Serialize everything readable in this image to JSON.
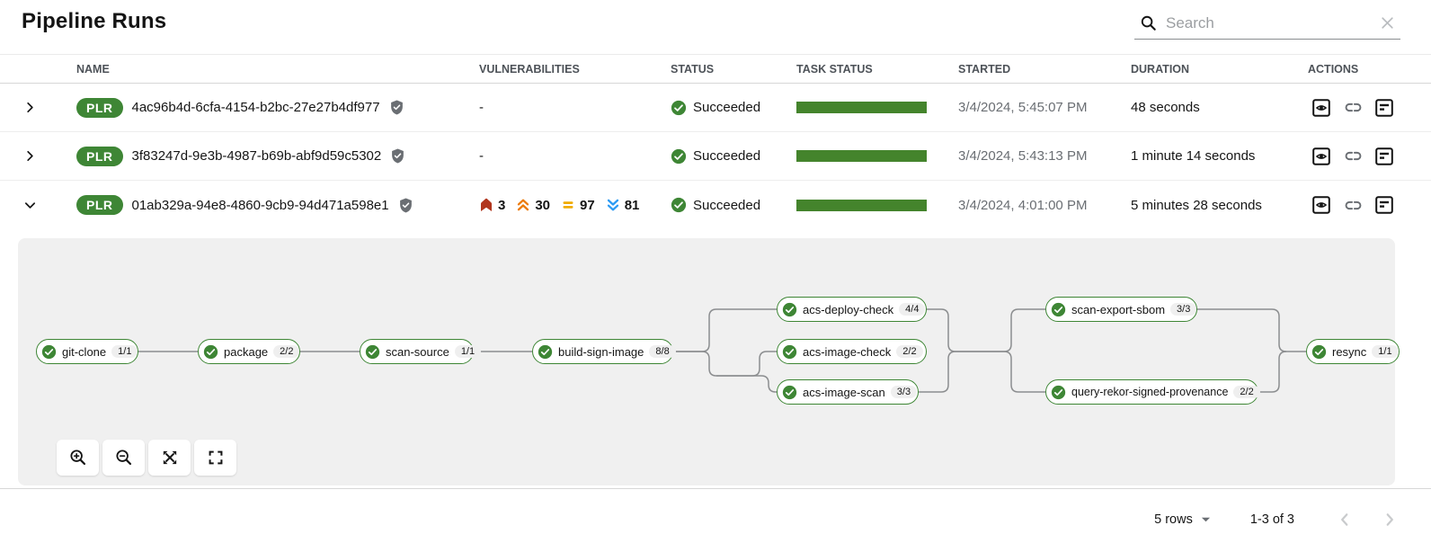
{
  "page": {
    "title": "Pipeline Runs"
  },
  "search": {
    "placeholder": "Search"
  },
  "table": {
    "columns": [
      "NAME",
      "VULNERABILITIES",
      "STATUS",
      "TASK STATUS",
      "STARTED",
      "DURATION",
      "ACTIONS"
    ],
    "rows": [
      {
        "badge": "PLR",
        "name": "4ac96b4d-6cfa-4154-b2bc-27e27b4df977",
        "vulnerabilities": "-",
        "status": "Succeeded",
        "started": "3/4/2024, 5:45:07 PM",
        "duration": "48 seconds"
      },
      {
        "badge": "PLR",
        "name": "3f83247d-9e3b-4987-b69b-abf9d59c5302",
        "vulnerabilities": "-",
        "status": "Succeeded",
        "started": "3/4/2024, 5:43:13 PM",
        "duration": "1 minute 14 seconds"
      },
      {
        "badge": "PLR",
        "name": "01ab329a-94e8-4860-9cb9-94d471a598e1",
        "vuln": {
          "critical": "3",
          "high": "30",
          "medium": "97",
          "low": "81"
        },
        "status": "Succeeded",
        "started": "3/4/2024, 4:01:00 PM",
        "duration": "5 minutes 28 seconds"
      }
    ]
  },
  "pipeline": {
    "nodes": [
      {
        "label": "git-clone",
        "count": "1/1",
        "status": "succeeded"
      },
      {
        "label": "package",
        "count": "2/2",
        "status": "succeeded"
      },
      {
        "label": "scan-source",
        "count": "1/1",
        "status": "succeeded"
      },
      {
        "label": "build-sign-image",
        "count": "8/8",
        "status": "succeeded"
      },
      {
        "label": "acs-deploy-check",
        "count": "4/4",
        "status": "succeeded"
      },
      {
        "label": "acs-image-check",
        "count": "2/2",
        "status": "succeeded"
      },
      {
        "label": "acs-image-scan",
        "count": "3/3",
        "status": "succeeded"
      },
      {
        "label": "scan-export-sbom",
        "count": "3/3",
        "status": "succeeded"
      },
      {
        "label": "query-rekor-signed-provenance",
        "count": "2/2",
        "status": "succeeded"
      },
      {
        "label": "resync",
        "count": "1/1",
        "status": "succeeded"
      }
    ]
  },
  "footer": {
    "rows_per_page": "5 rows",
    "range": "1-3 of 3"
  },
  "colors": {
    "accent_green": "#3e8635",
    "task_bar_green": "#44842c",
    "severity_critical": "#b1361e",
    "severity_high": "#ec7a08",
    "severity_medium": "#f0ab00",
    "severity_low": "#2b9af3",
    "panel_background": "#f0f0f0",
    "connector_gray": "#8b8d8f"
  }
}
